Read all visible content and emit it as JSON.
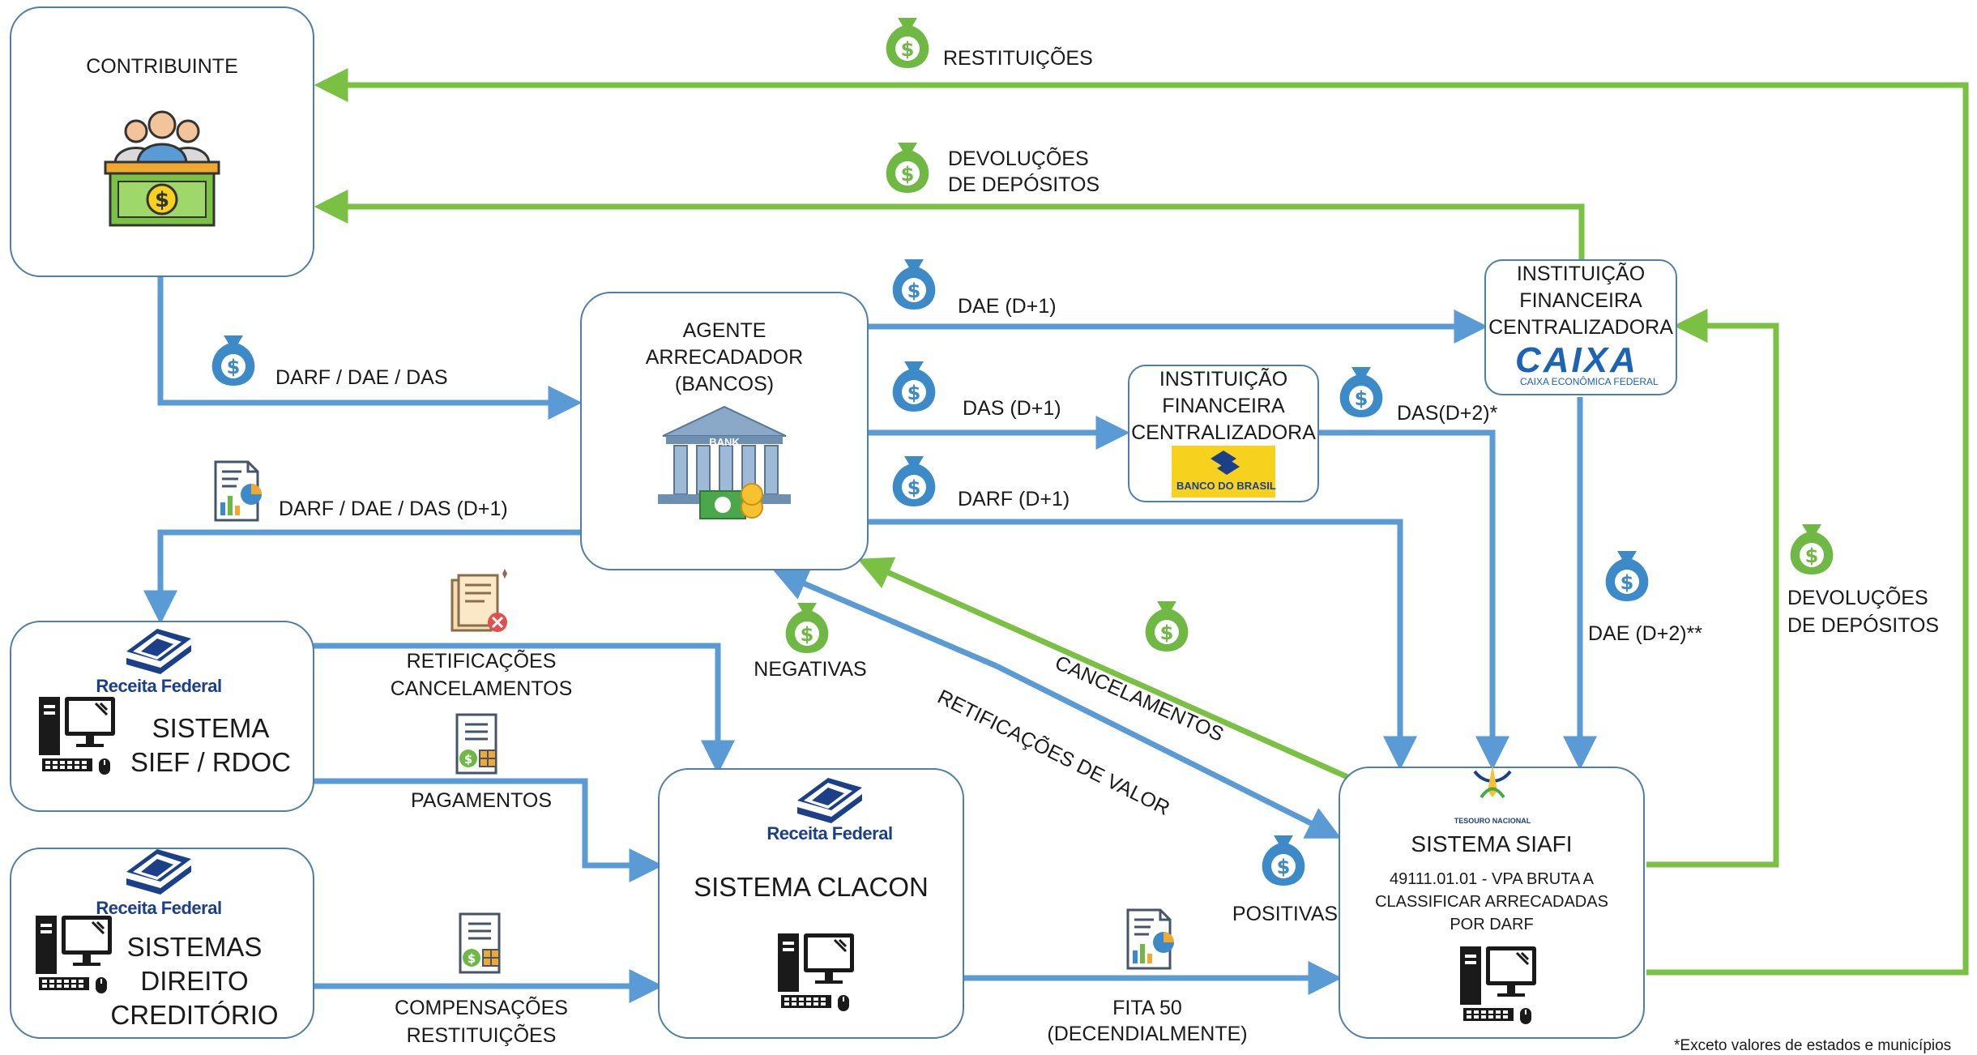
{
  "nodes": {
    "contribuinte": {
      "title": "CONTRIBUINTE"
    },
    "agente": {
      "line1": "AGENTE",
      "line2": "ARRECADADOR",
      "line3": "(BANCOS)"
    },
    "bank_icon": {
      "label": "BANK"
    },
    "bb": {
      "line1": "INSTITUIÇÃO",
      "line2": "FINANCEIRA",
      "line3": "CENTRALIZADORA",
      "logo_text": "BANCO DO BRASIL"
    },
    "caixa": {
      "line1": "INSTITUIÇÃO",
      "line2": "FINANCEIRA",
      "line3": "CENTRALIZADORA",
      "logo_text": "CAIXA",
      "logo_sub": "CAIXA ECONÔMICA FEDERAL"
    },
    "sief": {
      "brand": "Receita Federal",
      "line1": "SISTEMA",
      "line2": "SIEF / RDOC"
    },
    "direito": {
      "brand": "Receita Federal",
      "line1": "SISTEMAS",
      "line2": "DIREITO",
      "line3": "CREDITÓRIO"
    },
    "clacon": {
      "brand": "Receita Federal",
      "title": "SISTEMA CLACON"
    },
    "siafi": {
      "brand": "TESOURO NACIONAL",
      "title": "SISTEMA SIAFI",
      "desc1": "49111.01.01 - VPA BRUTA A",
      "desc2": "CLASSIFICAR ARRECADADAS",
      "desc3": "POR DARF"
    }
  },
  "flows": {
    "restituicoes": "RESTITUIÇÕES",
    "devolucoes_top_1": "DEVOLUÇÕES",
    "devolucoes_top_2": "DE DEPÓSITOS",
    "darf_dae_das": "DARF / DAE / DAS",
    "darf_dae_das_d1": "DARF / DAE / DAS (D+1)",
    "dae_d1": "DAE (D+1)",
    "das_d1": "DAS (D+1)",
    "darf_d1": "DARF (D+1)",
    "das_d2": "DAS(D+2)*",
    "dae_d2": "DAE (D+2)**",
    "devolucoes_right_1": "DEVOLUÇÕES",
    "devolucoes_right_2": "DE DEPÓSITOS",
    "retificacoes": "RETIFICAÇÕES",
    "cancelamentos": "CANCELAMENTOS",
    "pagamentos": "PAGAMENTOS",
    "compensacoes": "COMPENSAÇÕES",
    "restituicoes_bottom": "RESTITUIÇÕES",
    "negativas": "NEGATIVAS",
    "cancelamentos_diag": "CANCELAMENTOS",
    "retificacoes_valor": "RETIFICAÇÕES DE VALOR",
    "positivas": "POSITIVAS",
    "fita50_1": "FITA 50",
    "fita50_2": "(DECENDIALMENTE)"
  },
  "footnote": "*Exceto valores de estados e municípios",
  "colors": {
    "blue_arrow": "#5b9bd5",
    "green_arrow": "#7ac143",
    "bag_blue": "#3d8ac9",
    "bag_green": "#6fb844",
    "box_border": "#4f7fa8"
  }
}
